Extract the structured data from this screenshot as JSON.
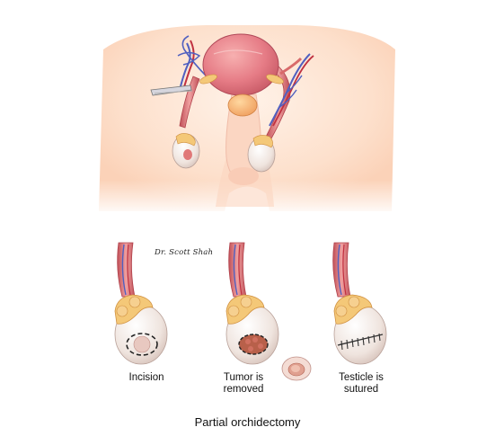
{
  "signature": "Dr. Scott Shah",
  "panels": [
    {
      "id": "incision",
      "lines": [
        "Incision"
      ]
    },
    {
      "id": "tumor-removed",
      "lines": [
        "Tumor is",
        "removed"
      ]
    },
    {
      "id": "sutured",
      "lines": [
        "Testicle is",
        "sutured"
      ]
    }
  ],
  "caption": "Partial orchidectomy",
  "colors": {
    "skin": "#fde0cc",
    "bladder": "#e8808a",
    "cord": "#d86a6a",
    "artery": "#c03040",
    "vein": "#5060c0",
    "testis": "#f2ece8",
    "epididymis": "#f4c878",
    "tumor": "#b8604a"
  }
}
